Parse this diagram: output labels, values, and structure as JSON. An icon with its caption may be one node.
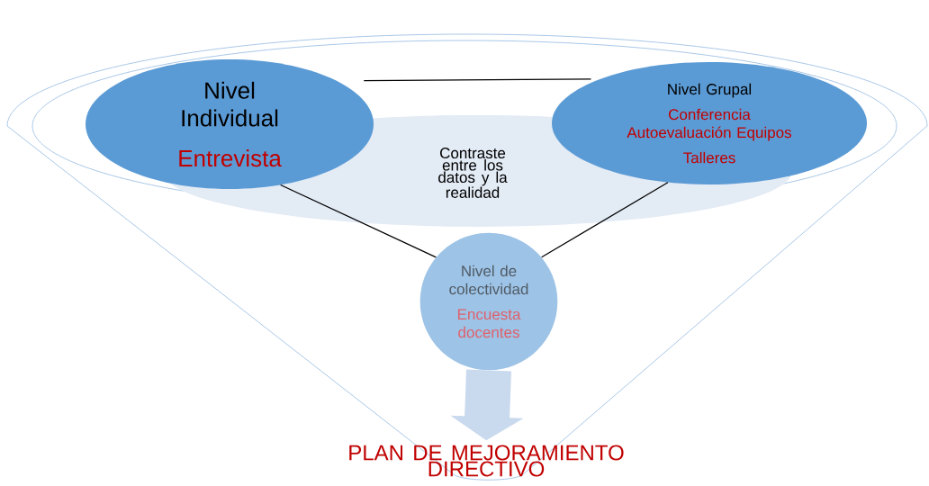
{
  "diagram": {
    "nodes": [
      {
        "text": [
          "Nivel Individual",
          "Entrevista"
        ]
      },
      {
        "text": [
          "Nivel Grupal",
          "Conferencia Autoevaluación Equipos",
          "Talleres"
        ]
      },
      {
        "text": [
          "Contraste entre los datos y la realidad"
        ]
      },
      {
        "text": [
          "Nivel de colectividad",
          "Encuesta docentes"
        ]
      },
      {
        "text": [
          "PLAN DE MEJORAMIENTO DIRECTIVO"
        ]
      }
    ],
    "edges": [
      {
        "from": 0,
        "to": 1,
        "arrow": "none"
      },
      {
        "from": 0,
        "to": 3,
        "arrow": "none"
      },
      {
        "from": 1,
        "to": 3,
        "arrow": "none"
      },
      {
        "from": 3,
        "to": 4,
        "arrow": "to",
        "style": "thick",
        "color": "#c9d9ee"
      }
    ]
  }
}
